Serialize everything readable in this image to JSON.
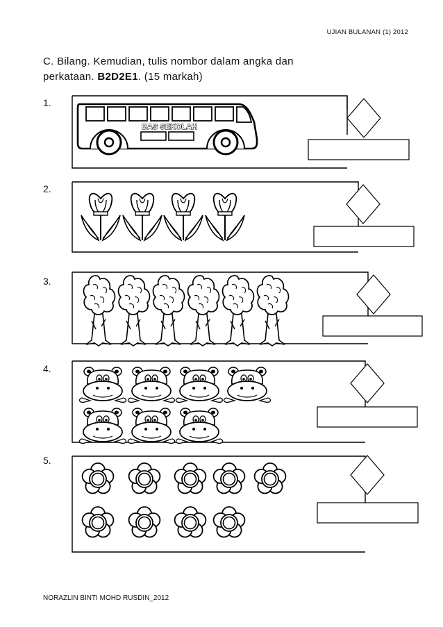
{
  "header": {
    "text": "UJIAN BULANAN (1) 2012"
  },
  "instruction": {
    "line1": "C. Bilang. Kemudian, tulis nombor dalam angka dan",
    "line2_prefix": "perkataan. ",
    "code": "B2D2E1",
    "line2_suffix": ". (15 markah)"
  },
  "questions": [
    {
      "number": "1.",
      "item": "bus-icon",
      "count": 1,
      "bus_label": "BAS SEKOLAH"
    },
    {
      "number": "2.",
      "item": "tulip-icon",
      "count": 4
    },
    {
      "number": "3.",
      "item": "tree-icon",
      "count": 6
    },
    {
      "number": "4.",
      "item": "hippo-icon",
      "count": 7
    },
    {
      "number": "5.",
      "item": "flower-icon",
      "count": 9
    }
  ],
  "footer": {
    "text": "NORAZLIN BINTI MOHD RUSDIN_2012"
  }
}
